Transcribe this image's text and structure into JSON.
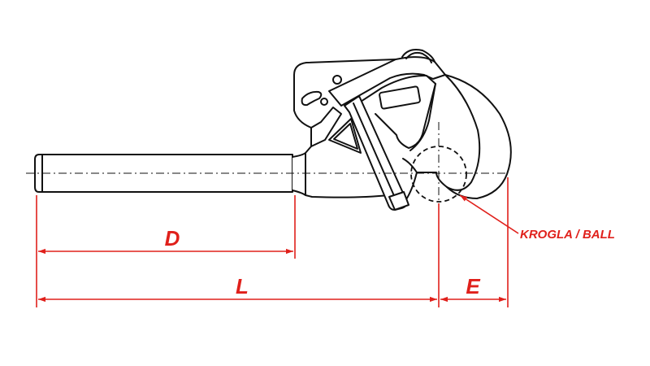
{
  "labels": {
    "d": "D",
    "l": "L",
    "e": "E",
    "ball": "KROGLA / BALL"
  },
  "colors": {
    "dimension": "#e0201b",
    "outline": "#111111",
    "background": "#ffffff"
  }
}
